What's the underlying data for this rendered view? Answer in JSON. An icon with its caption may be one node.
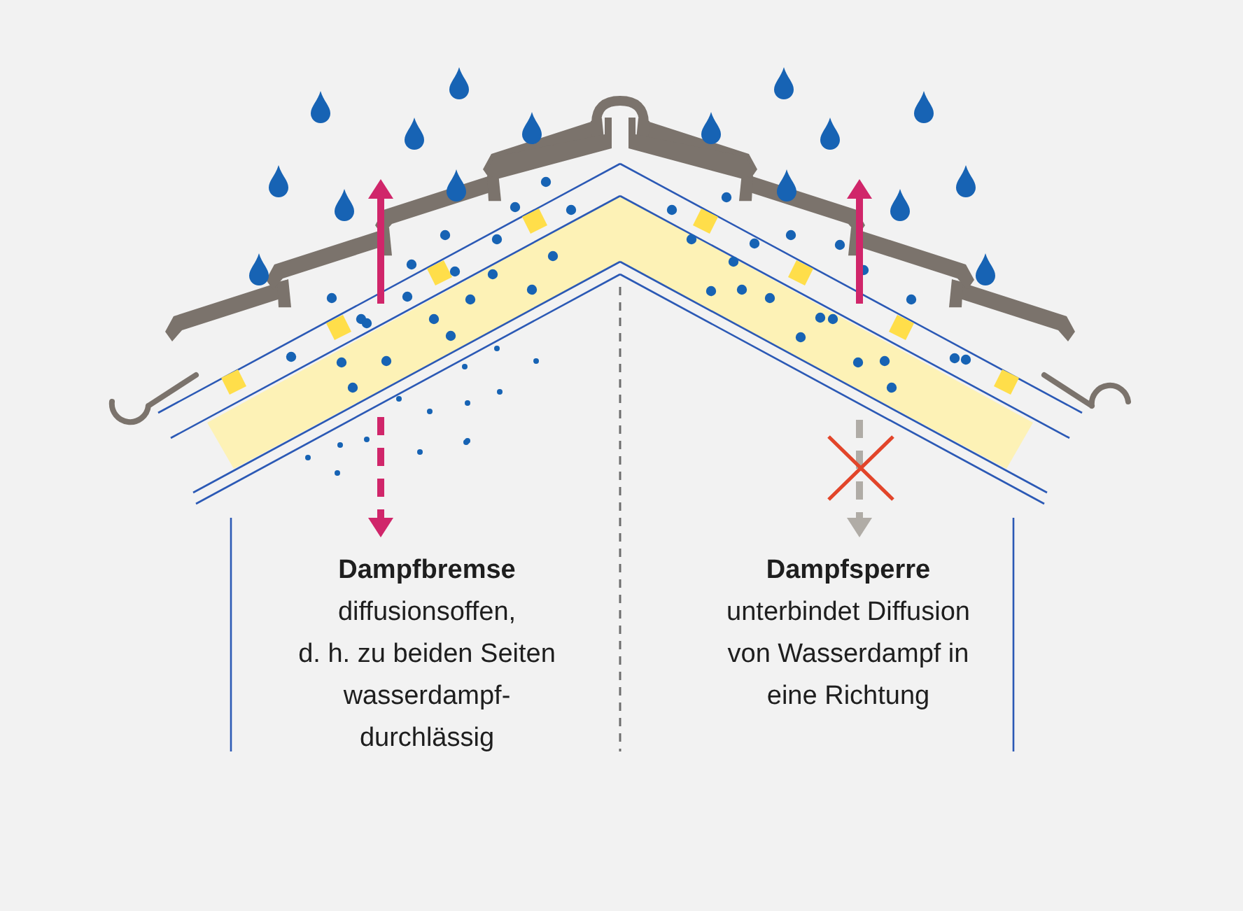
{
  "diagram": {
    "labels": [
      "Dampfbremse",
      "diffusionsoffen, d. h. zu beiden Seiten wasserdampf-durchlässig",
      "Dampfsperre",
      "unterbindet Diffusion von Wasserdampf in eine Richtung"
    ]
  }
}
